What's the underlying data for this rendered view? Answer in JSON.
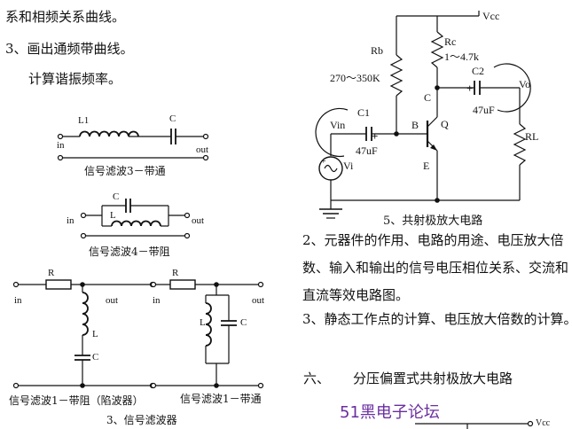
{
  "left_text": {
    "line1": "系和相频关系曲线。",
    "line2": "3、画出通频带曲线。",
    "line3": "计算谐振频率。"
  },
  "filters": {
    "f1": {
      "inductor": "L1",
      "cap": "C",
      "in": "in",
      "out": "out",
      "caption": "信号滤波3－带通"
    },
    "f2": {
      "cap": "C",
      "inductor": "L",
      "in": "in",
      "out": "out",
      "caption": "信号滤波4－带阻"
    },
    "f3": {
      "res": "R",
      "in": "in",
      "out": "out",
      "inductor": "L",
      "cap": "C",
      "caption": "信号滤波1－带阻（陷波器）"
    },
    "f4": {
      "res": "R",
      "in": "in",
      "out": "out",
      "inductor": "L",
      "cap": "C",
      "caption": "信号滤波1－带通"
    },
    "section_caption": "3、信号滤波器"
  },
  "amp": {
    "vcc": "Vcc",
    "rb": "Rb",
    "rb_value": "270～350K",
    "rc": "Rc",
    "rc_value": "1～4.7k",
    "c_node": "C",
    "c2": "C2",
    "c2_value": "47uF",
    "vo": "Vo",
    "vin": "Vin",
    "c1": "C1",
    "c1_value": "47uF",
    "b_node": "B",
    "q": "Q",
    "e_node": "E",
    "rl": "RL",
    "vi": "Vi",
    "plus": "+",
    "caption": "5、共射极放大电路"
  },
  "right_text": {
    "p1": "2、元器件的作用、电路的用途、电压放大倍数、输入和输出的信号电压相位关系、交流和直流等效电路图。",
    "p2": "3、静态工作点的计算、电压放大倍数的计算。",
    "section_num": "六、",
    "section_title": "分压偏置式共射极放大电路",
    "watermark": "51黑电子论坛",
    "vcc2": "Vcc"
  }
}
